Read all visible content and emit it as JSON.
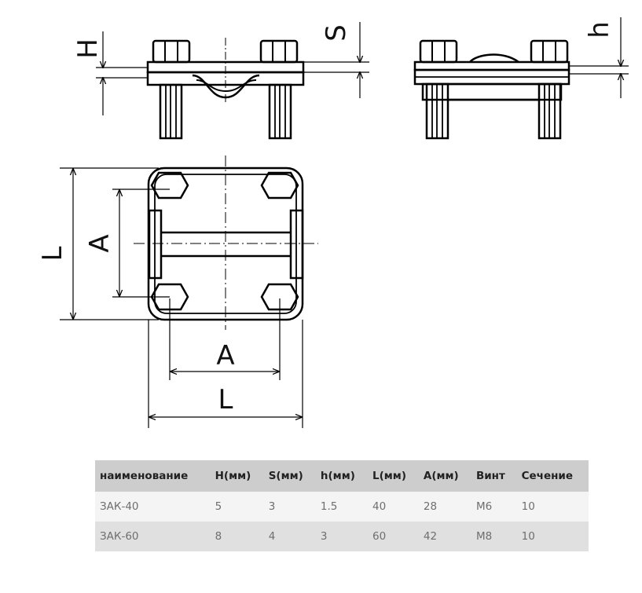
{
  "labels": {
    "top_H": "H",
    "top_S": "S",
    "top_h": "h",
    "plan_L_vertical": "L",
    "plan_A_vertical": "A",
    "plan_A_horizontal": "A",
    "plan_L_horizontal": "L"
  },
  "table": {
    "headers": [
      "наименование",
      "H(мм)",
      "S(мм)",
      "h(мм)",
      "L(мм)",
      "A(мм)",
      "Винт",
      "Сечение"
    ],
    "rows": [
      [
        "ЗАК-40",
        "5",
        "3",
        "1.5",
        "40",
        "28",
        "M6",
        "10"
      ],
      [
        "ЗАК-60",
        "8",
        "4",
        "3",
        "60",
        "42",
        "M8",
        "10"
      ]
    ]
  }
}
